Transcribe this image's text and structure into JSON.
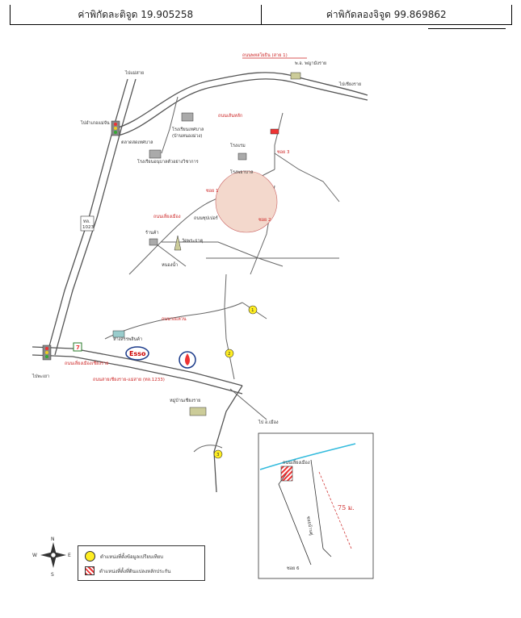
{
  "header": {
    "lat_label": "ค่าพิกัดละติจูด 19.905258",
    "lon_label": "ค่าพิกัดลองจิจูด 99.869862"
  },
  "map": {
    "labels": {
      "road_top": "ถนนพหลโยธิน (สาย 1)",
      "phaya_mengrai": "พ.อ. พญามังราย",
      "junction_label": "ไปอำเภอแม่จัน",
      "to_chiangrai": "ไปเชียงราย",
      "road_no": "ทล.",
      "road_num": "1023",
      "school1": "โรงเรียนเทศบาล",
      "school2": "(บ้านหนองม่วง)",
      "school3": "โรงเรียนอนุบาลตัวอย่างวิชาการ",
      "market": "ตลาดสดเทศบาล",
      "hotel": "โรงแรม",
      "temple": "วัดพระธาตุ",
      "hospital": "โรงพยาบาล",
      "road_bypass": "ถนนเลี่ยงเมือง",
      "road_side": "ถนนซุปเปอร์",
      "road_main": "ถนนเส้นหลัก",
      "soi1": "ซอย 1",
      "soi2": "ซอย 2",
      "soi3": "ซอย 3",
      "lake": "หนองน้ำ",
      "road_loop": "ถนนวงแหวน",
      "to_maesai": "ไปแม่สาย",
      "to_phayao": "ไปพะเยา",
      "sign_road": "ถนนเลี่ยงเมืองเชียงราย",
      "shop1": "ร้านค้า",
      "mall": "ห้างสรรพสินค้า",
      "pttsign": "PTT",
      "esso": "Esso",
      "seven": "7",
      "village": "หมู่บ้านเชียงราย",
      "red_road": "ถนนสายเชียงราย-แม่สาย (ทล.1233)",
      "to_mae": "ไป อ.เมือง",
      "dist": "75 ม.",
      "inset_road": "ถนนเลี่ยงเมือง",
      "inset_soi": "ซอยบ้านดู่",
      "inset_side": "ซอย 6"
    },
    "markers": {
      "m1": "1",
      "m2": "2",
      "m3": "3"
    }
  },
  "legend": {
    "item_point": "ตำแหน่งที่ตั้งข้อมูลเปรียบเทียบ",
    "item_plot": "ตำแหน่งที่ตั้งที่ดินแปลงหลักประกัน"
  },
  "compass": {
    "n": "N",
    "s": "S",
    "e": "E",
    "w": "W"
  },
  "colors": {
    "accent_red": "#cc2222",
    "marker_yellow": "#ffee22",
    "circle_fill": "#f3d8cc"
  }
}
